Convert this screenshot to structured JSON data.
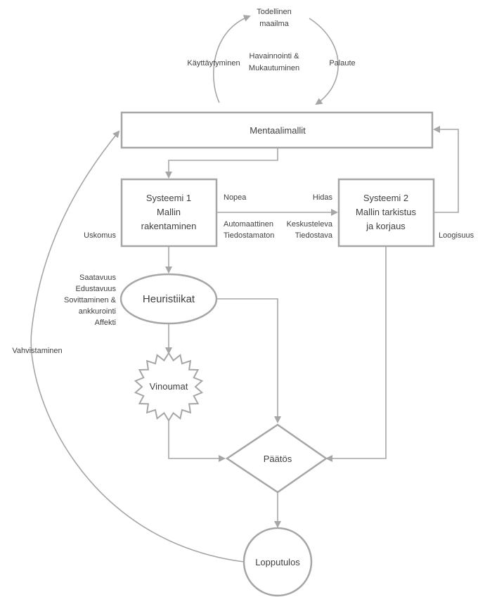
{
  "colors": {
    "stroke": "#a6a6a6",
    "text": "#404040",
    "background": "#ffffff"
  },
  "world": {
    "line1": "Todellinen",
    "line2": "maailma"
  },
  "cycle": {
    "left": "Käyttäytyminen",
    "center_line1": "Havainnointi &",
    "center_line2": "Mukautuminen",
    "right": "Palaute"
  },
  "mental_models": "Mentaalimallit",
  "system1": {
    "line1": "Systeemi 1",
    "line2": "Mallin",
    "line3": "rakentaminen"
  },
  "system2": {
    "line1": "Systeemi 2",
    "line2": "Mallin tarkistus",
    "line3": "ja korjaus"
  },
  "labels": {
    "nopea": "Nopea",
    "hidas": "Hidas",
    "automaattinen": "Automaattinen",
    "tiedostamaton": "Tiedostamaton",
    "keskusteleva": "Keskusteleva",
    "tiedostava": "Tiedostava",
    "uskomus": "Uskomus",
    "loogisuus": "Loogisuus",
    "vahvistaminen": "Vahvistaminen"
  },
  "heuristic_types": [
    "Saatavuus",
    "Edustavuus",
    "Sovittaminen &",
    "ankkurointi",
    "Affekti"
  ],
  "heuristics": "Heuristiikat",
  "biases": "Vinoumat",
  "decision": "Päätös",
  "outcome": "Lopputulos"
}
